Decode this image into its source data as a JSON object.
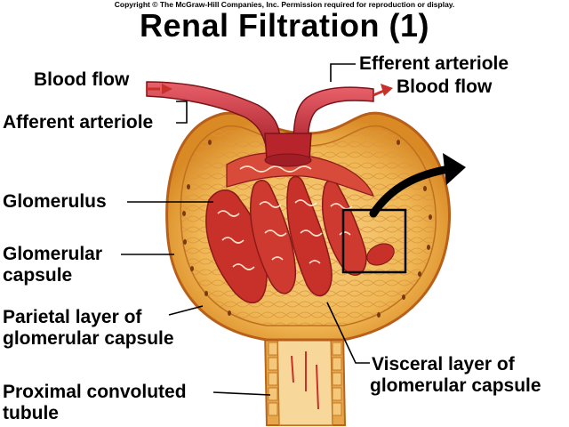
{
  "copyright": "Copyright © The McGraw-Hill Companies, Inc. Permission required for reproduction or display.",
  "title": "Renal Filtration (1)",
  "labels": {
    "blood_flow_in": "Blood flow",
    "afferent_arteriole": "Afferent arteriole",
    "efferent_arteriole": "Efferent arteriole",
    "blood_flow_out": "Blood flow",
    "glomerulus": "Glomerulus",
    "glomerular_capsule_line1": "Glomerular",
    "glomerular_capsule_line2": "capsule",
    "parietal_line1": "Parietal layer of",
    "parietal_line2": "glomerular capsule",
    "visceral_line1": "Visceral layer of",
    "visceral_line2": "glomerular capsule",
    "proximal_line1": "Proximal convoluted",
    "proximal_line2": "tubule"
  },
  "colors": {
    "capsule_outer": "#d8801e",
    "capsule_fill": "#f3c06a",
    "capillary": "#c8302a",
    "vessel": "#d2343a",
    "leader": "#000000"
  }
}
